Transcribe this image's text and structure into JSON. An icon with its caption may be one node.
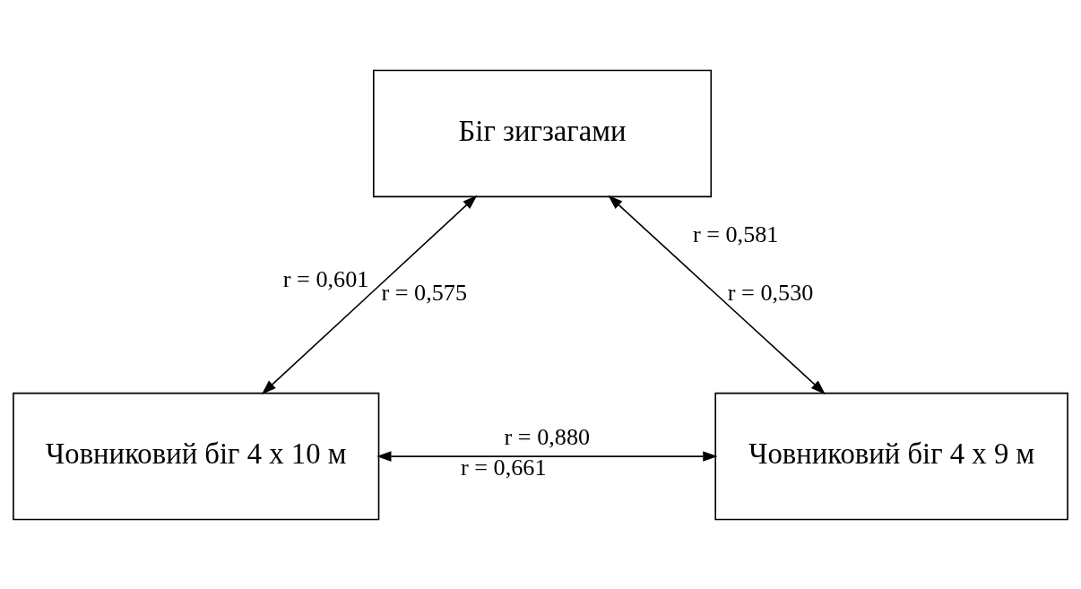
{
  "diagram": {
    "nodes": [
      {
        "text": [
          "Біг зигзагами"
        ]
      },
      {
        "text": [
          "Човниковий біг 4 х 10 м"
        ]
      },
      {
        "text": [
          "Човниковий біг 4 х 9 м"
        ]
      }
    ],
    "edges": [
      {
        "from": 1,
        "to": 0,
        "arrow": "both",
        "label": "r = 0,575"
      },
      {
        "from": 0,
        "to": 2,
        "arrow": "both",
        "label": "r = 0,530"
      },
      {
        "from": 1,
        "to": 2,
        "arrow": "both",
        "label": "r = 0,880"
      }
    ],
    "labels": [
      "r = 0,601",
      "r = 0,581",
      "r = 0,661"
    ]
  }
}
